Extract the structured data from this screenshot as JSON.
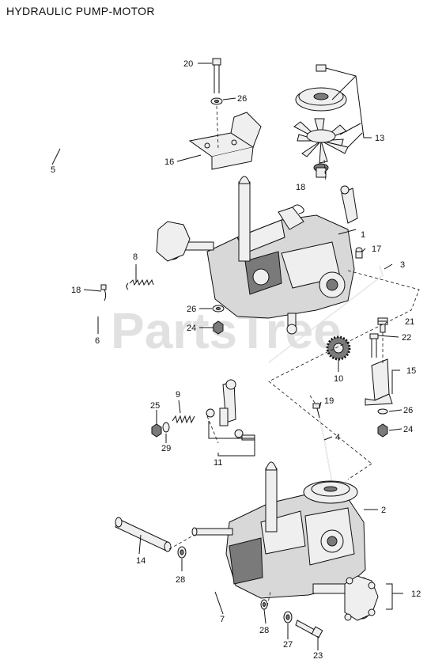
{
  "title": "HYDRAULIC PUMP-MOTOR",
  "watermark": "PartsTree",
  "callouts": {
    "c1": "1",
    "c2": "2",
    "c3": "3",
    "c4": "4",
    "c5": "5",
    "c6": "6",
    "c7": "7",
    "c8": "8",
    "c9": "9",
    "c10": "10",
    "c11": "11",
    "c12": "12",
    "c13": "13",
    "c14": "14",
    "c15": "15",
    "c16": "16",
    "c17": "17",
    "c18a": "18",
    "c18b": "18",
    "c19": "19",
    "c20": "20",
    "c21": "21",
    "c22": "22",
    "c23": "23",
    "c24a": "24",
    "c24b": "24",
    "c25": "25",
    "c26a": "26",
    "c26b": "26",
    "c26c": "26",
    "c27": "27",
    "c28a": "28",
    "c28b": "28",
    "c29": "29"
  },
  "colors": {
    "line": "#111111",
    "part_fill": "#d8d8d8",
    "dark_fill": "#7a7a7a",
    "watermark": "#c9c9c9"
  }
}
